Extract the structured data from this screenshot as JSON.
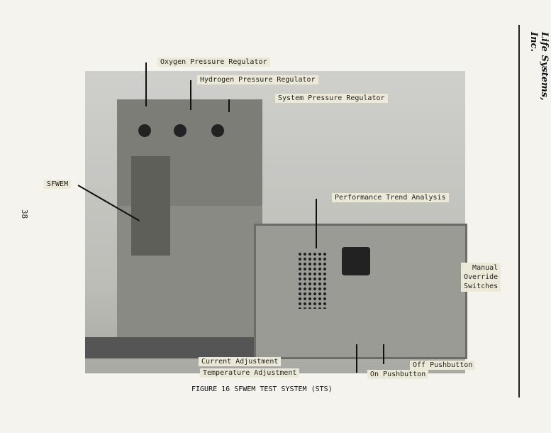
{
  "page_number": "38",
  "header": {
    "company": "Life Systems, Inc."
  },
  "figure": {
    "caption": "FIGURE 16  SFWEM TEST SYSTEM (STS)",
    "labels": {
      "oxygen": "Oxygen Pressure Regulator",
      "hydrogen": "Hydrogen Pressure Regulator",
      "system": "System Pressure Regulator",
      "sfwem": "SFWEM",
      "trend": "Performance Trend Analysis",
      "manual": "Manual\nOverride\nSwitches",
      "current": "Current Adjustment",
      "temperature": "Temperature Adjustment",
      "on": "On Pushbutton",
      "off": "Off Pushbutton"
    }
  }
}
